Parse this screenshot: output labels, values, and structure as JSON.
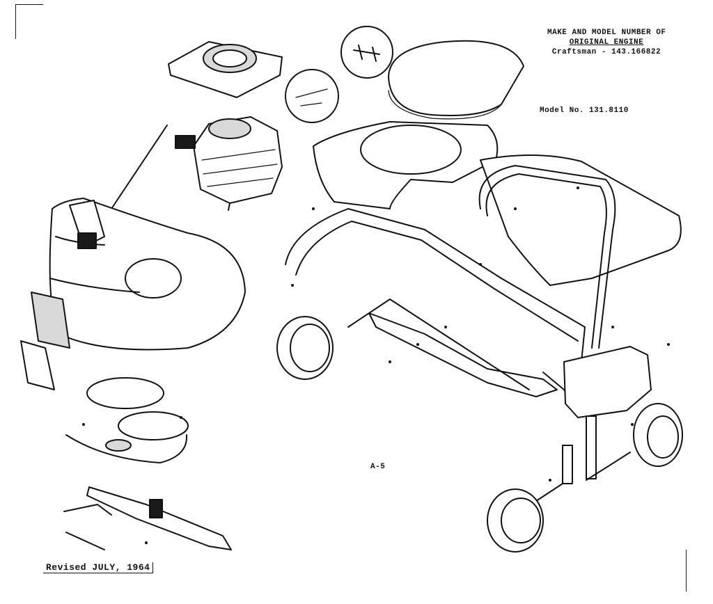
{
  "engine_note": {
    "line1": "MAKE AND MODEL NUMBER OF",
    "line2": "ORIGINAL ENGINE",
    "line3": "Craftsman - 143.166822"
  },
  "model_number": "Model No. 131.8110",
  "page_label": "A-5",
  "revised": "Revised JULY, 1964",
  "ink_color": "#111111"
}
